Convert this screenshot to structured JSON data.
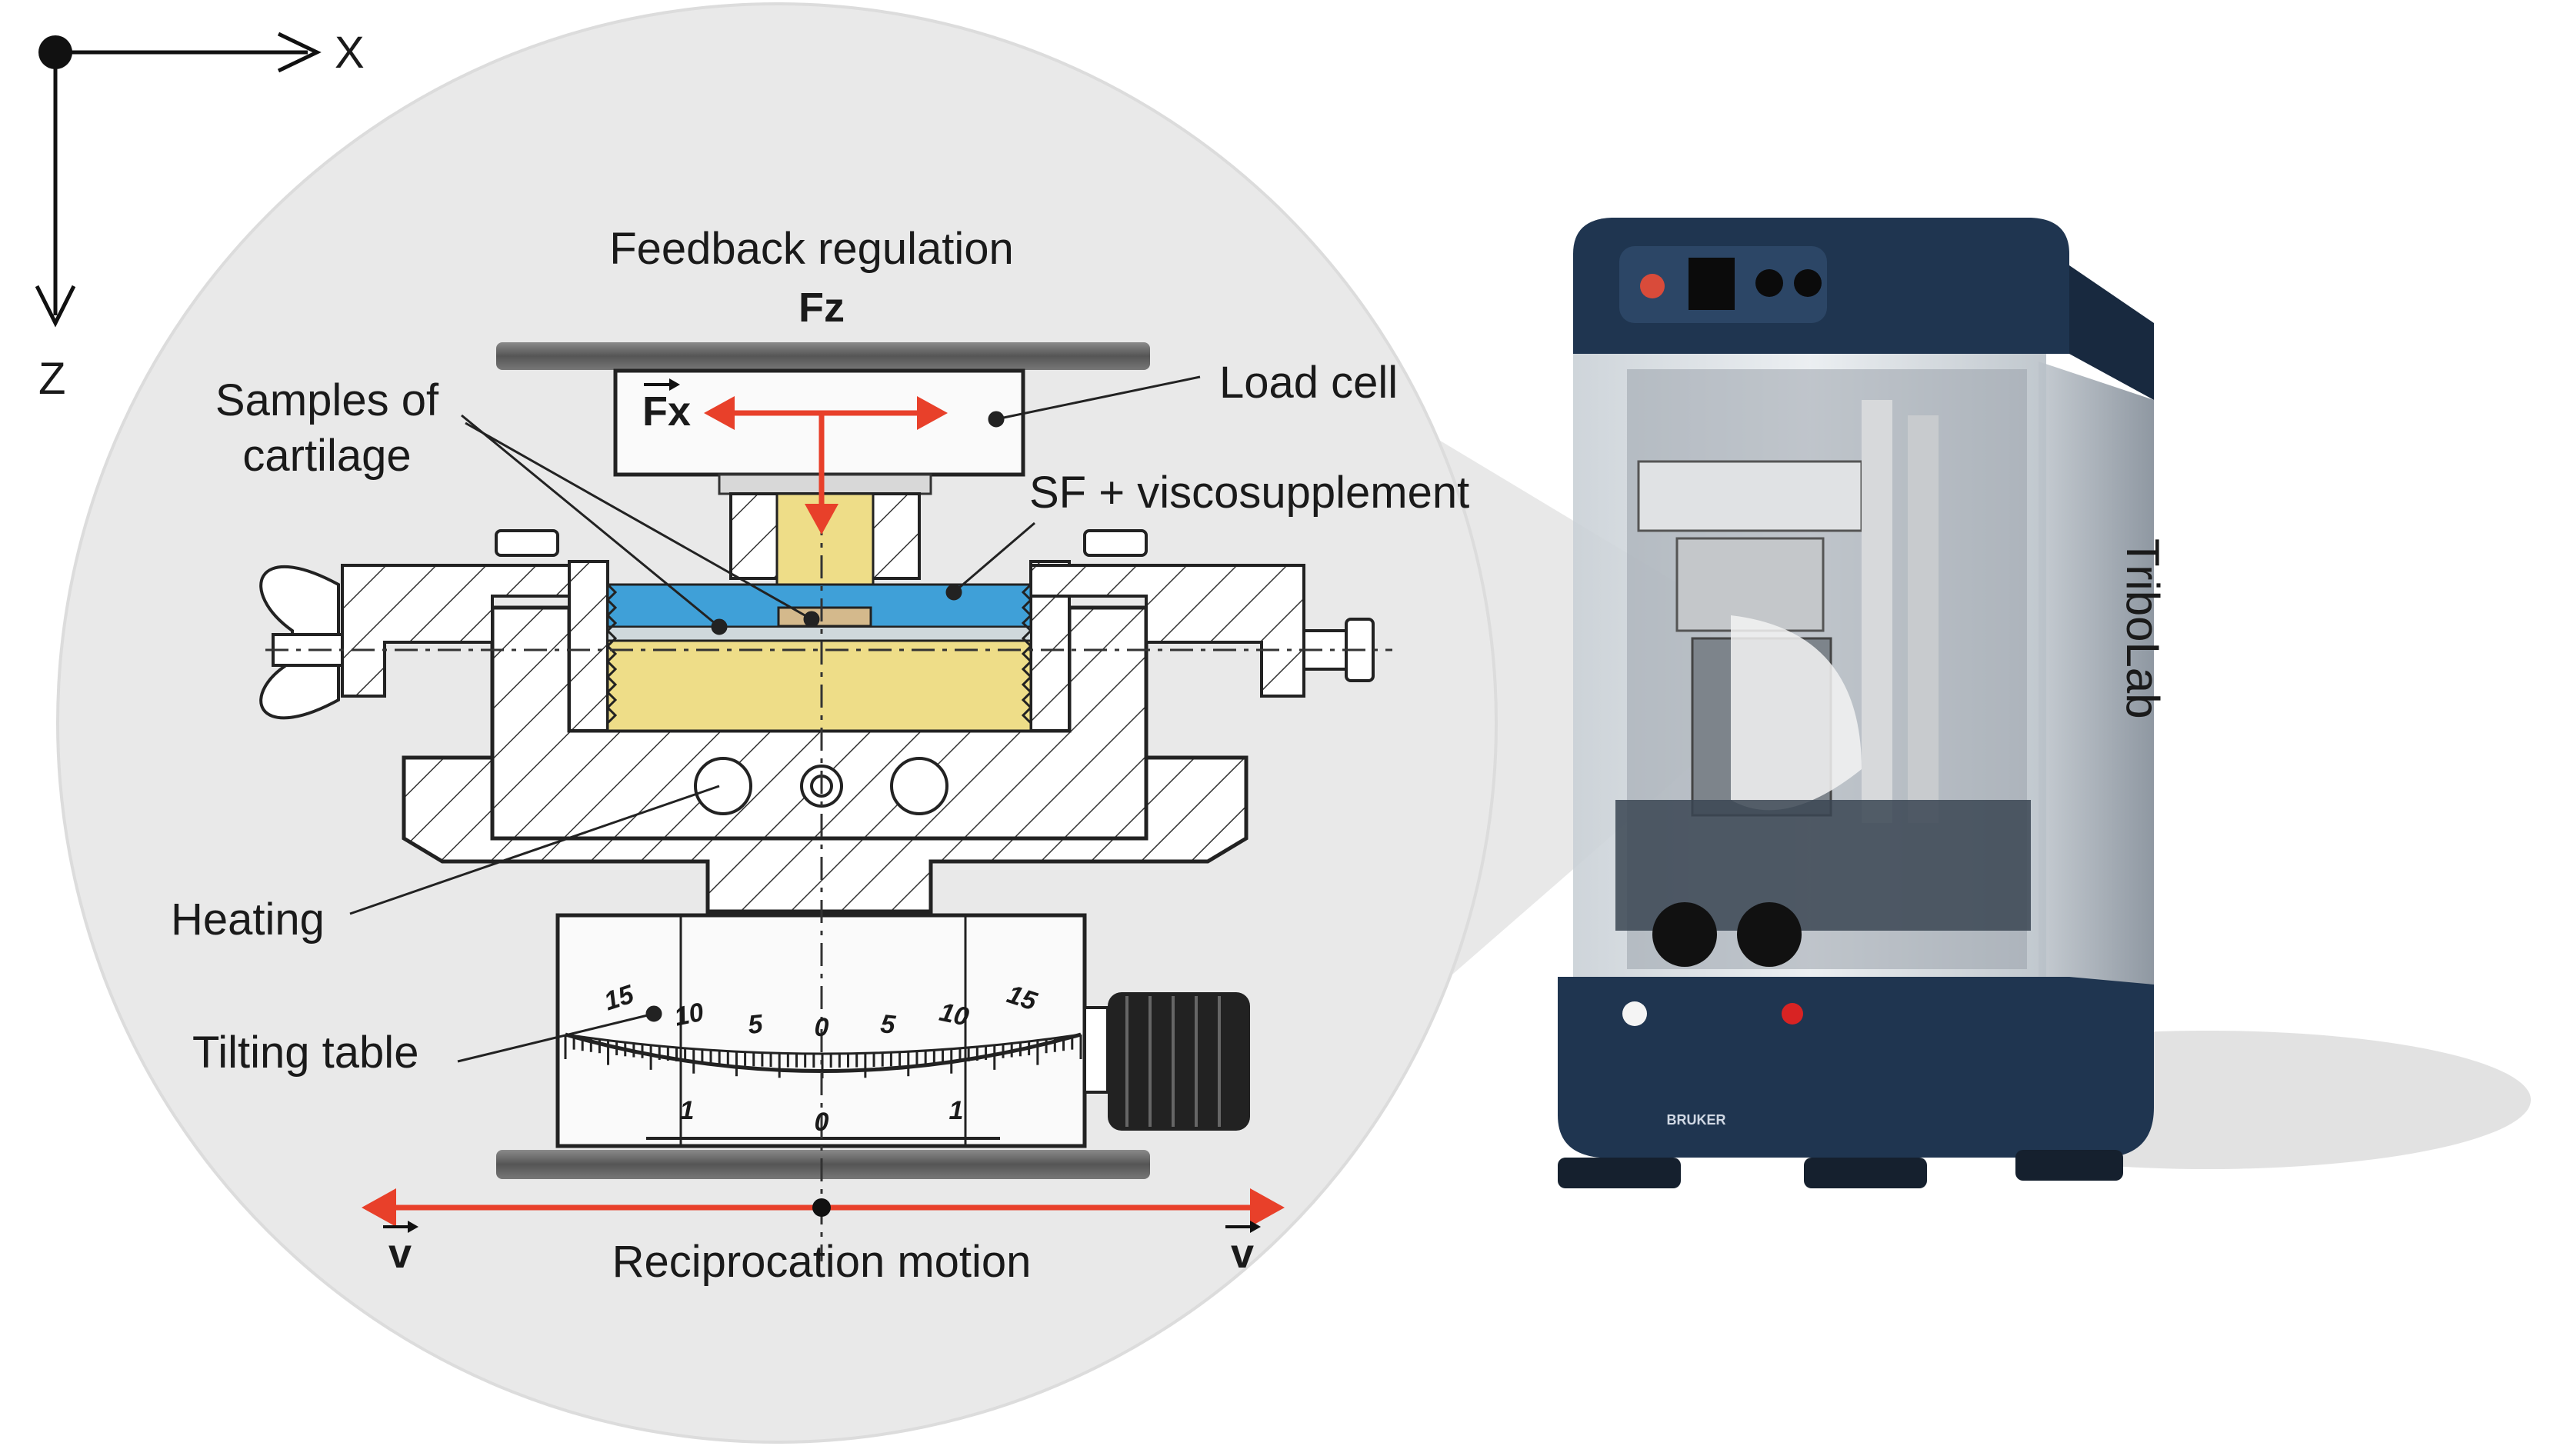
{
  "axes": {
    "x_label": "X",
    "z_label": "Z"
  },
  "labels": {
    "feedback": "Feedback regulation",
    "fz": "Fz",
    "fx": "Fx",
    "load_cell": "Load cell",
    "samples_line1": "Samples of",
    "samples_line2": "cartilage",
    "sf": "SF + viscosupplement",
    "heating": "Heating",
    "tilting": "Tilting table",
    "reciprocation": "Reciprocation motion",
    "v_left": "v",
    "v_right": "v"
  },
  "scale": {
    "upper": [
      "15",
      "10",
      "5",
      "0",
      "5",
      "10",
      "15"
    ],
    "lower": [
      "1",
      "0",
      "1"
    ]
  },
  "instrument": {
    "brand": "TriboLab",
    "logo": "BRUKER"
  },
  "colors": {
    "arrow_red": "#e8402a",
    "lubricant_blue": "#3fa0d8",
    "cartilage_yellow": "#eedd88",
    "circle_bg": "#e9e9e9",
    "instrument_body": "#1f3550"
  }
}
